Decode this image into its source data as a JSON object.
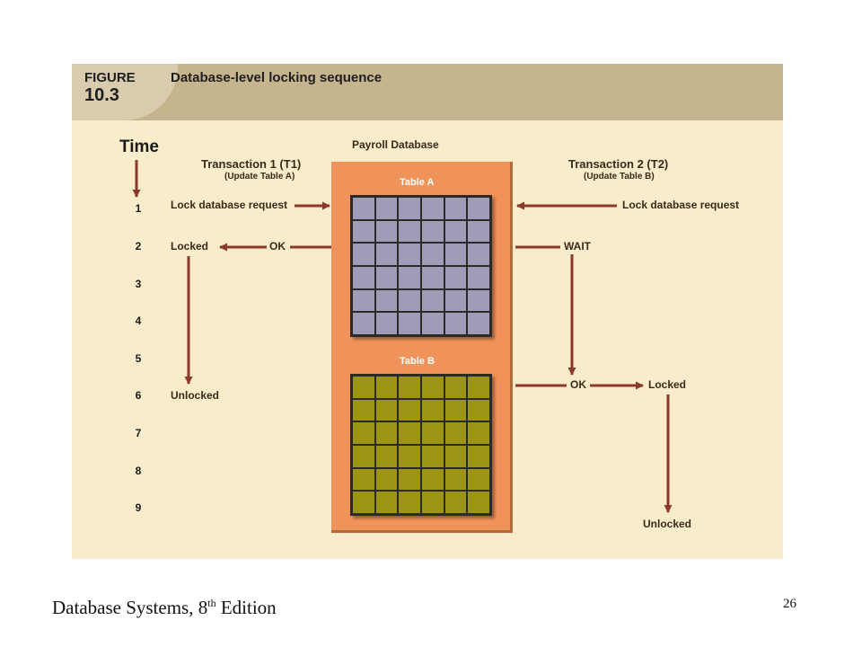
{
  "figure": {
    "label_word": "FIGURE",
    "label_number": "10.3",
    "title": "Database-level locking sequence"
  },
  "database": {
    "title": "Payroll Database",
    "table_a": "Table A",
    "table_b": "Table B",
    "table_a_color": "#a09cb8",
    "table_b_color": "#9c9414",
    "box_color": "#f0935a"
  },
  "time": {
    "label": "Time",
    "ticks": [
      "1",
      "2",
      "3",
      "4",
      "5",
      "6",
      "7",
      "8",
      "9"
    ]
  },
  "transaction1": {
    "title": "Transaction 1 (T1)",
    "subtitle": "(Update Table A)",
    "request": "Lock database request",
    "ok": "OK",
    "locked": "Locked",
    "unlocked": "Unlocked"
  },
  "transaction2": {
    "title": "Transaction 2 (T2)",
    "subtitle": "(Update Table B)",
    "request": "Lock database request",
    "wait": "WAIT",
    "ok": "OK",
    "locked": "Locked",
    "unlocked": "Unlocked"
  },
  "arrow_color": "#8b3a2a",
  "footer": {
    "book": "Database Systems, 8",
    "superscript": "th",
    "edition": " Edition",
    "page": "26"
  }
}
